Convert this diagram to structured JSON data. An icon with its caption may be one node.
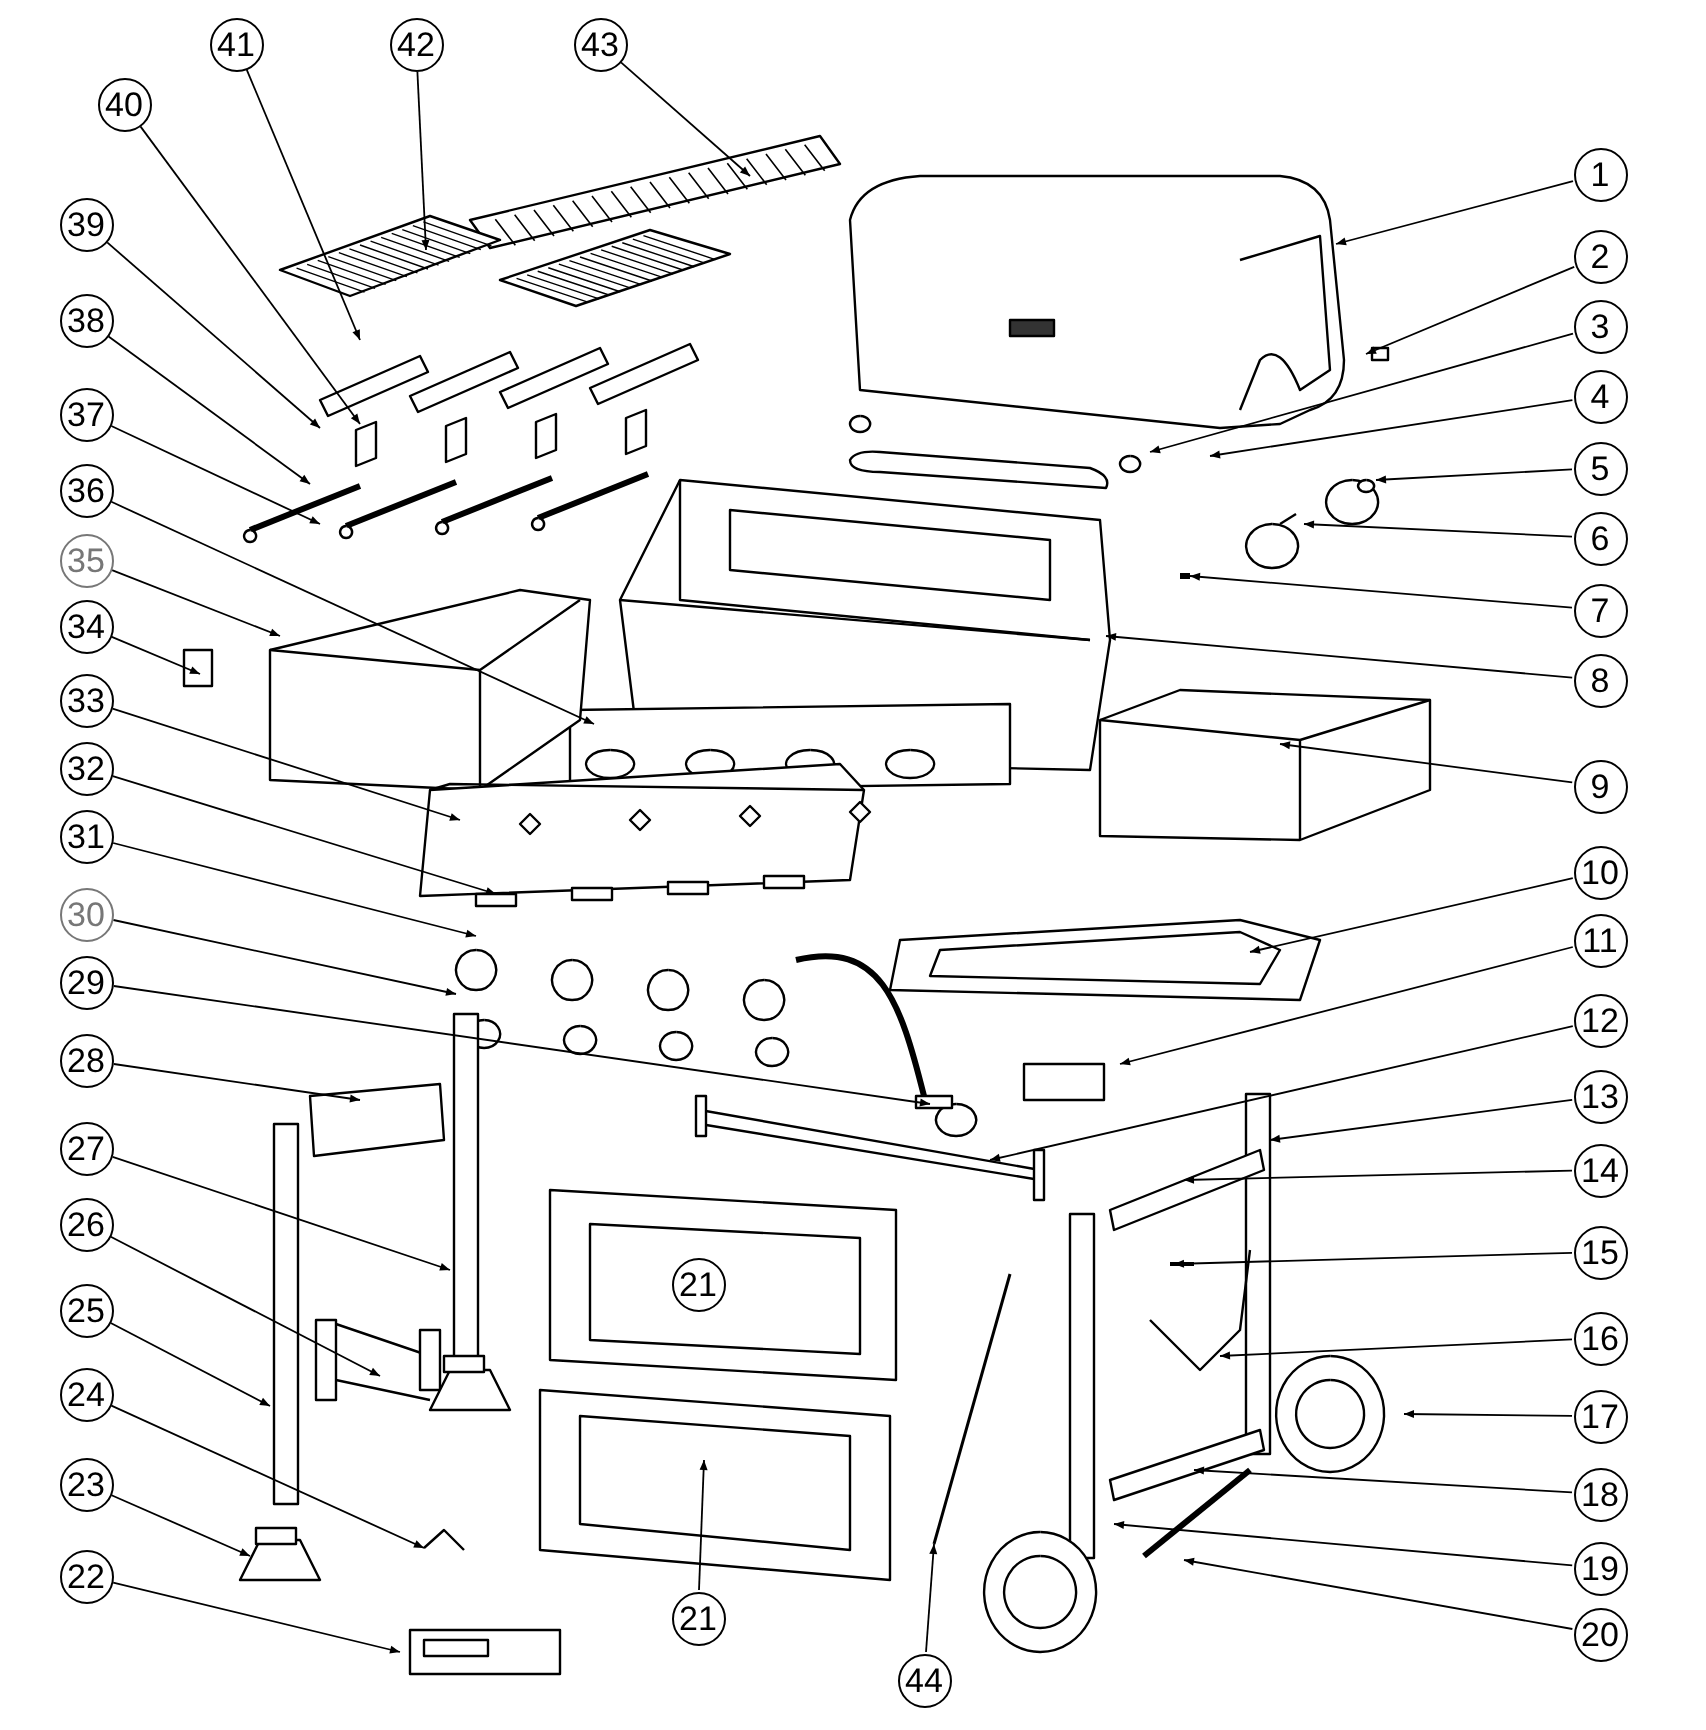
{
  "diagram": {
    "nodes": [
      {
        "text": [
          "1"
        ]
      },
      {
        "text": [
          "2"
        ]
      },
      {
        "text": [
          "3"
        ]
      },
      {
        "text": [
          "4"
        ]
      },
      {
        "text": [
          "5"
        ]
      },
      {
        "text": [
          "6"
        ]
      },
      {
        "text": [
          "7"
        ]
      },
      {
        "text": [
          "8"
        ]
      },
      {
        "text": [
          "9"
        ]
      },
      {
        "text": [
          "10"
        ]
      },
      {
        "text": [
          "11"
        ]
      },
      {
        "text": [
          "12"
        ]
      },
      {
        "text": [
          "13"
        ]
      },
      {
        "text": [
          "14"
        ]
      },
      {
        "text": [
          "15"
        ]
      },
      {
        "text": [
          "16"
        ]
      },
      {
        "text": [
          "17"
        ]
      },
      {
        "text": [
          "18"
        ]
      },
      {
        "text": [
          "19"
        ]
      },
      {
        "text": [
          "20"
        ]
      },
      {
        "text": [
          "21"
        ]
      },
      {
        "text": [
          "21"
        ]
      },
      {
        "text": [
          "22"
        ]
      },
      {
        "text": [
          "23"
        ]
      },
      {
        "text": [
          "24"
        ]
      },
      {
        "text": [
          "25"
        ]
      },
      {
        "text": [
          "26"
        ]
      },
      {
        "text": [
          "27"
        ]
      },
      {
        "text": [
          "28"
        ]
      },
      {
        "text": [
          "29"
        ]
      },
      {
        "text": [
          "30"
        ]
      },
      {
        "text": [
          "31"
        ]
      },
      {
        "text": [
          "32"
        ]
      },
      {
        "text": [
          "33"
        ]
      },
      {
        "text": [
          "34"
        ]
      },
      {
        "text": [
          "35"
        ]
      },
      {
        "text": [
          "36"
        ]
      },
      {
        "text": [
          "37"
        ]
      },
      {
        "text": [
          "38"
        ]
      },
      {
        "text": [
          "39"
        ]
      },
      {
        "text": [
          "40"
        ]
      },
      {
        "text": [
          "41"
        ]
      },
      {
        "text": [
          "42"
        ]
      },
      {
        "text": [
          "43"
        ]
      },
      {
        "text": [
          "44"
        ]
      }
    ],
    "edges": [
      {
        "from": 0,
        "to": null,
        "arrow": "to"
      },
      {
        "from": 1,
        "to": null,
        "arrow": "to"
      },
      {
        "from": 2,
        "to": null,
        "arrow": "to"
      },
      {
        "from": 3,
        "to": null,
        "arrow": "to"
      },
      {
        "from": 4,
        "to": null,
        "arrow": "to"
      },
      {
        "from": 5,
        "to": null,
        "arrow": "to"
      },
      {
        "from": 6,
        "to": null,
        "arrow": "to"
      },
      {
        "from": 7,
        "to": null,
        "arrow": "to"
      },
      {
        "from": 8,
        "to": null,
        "arrow": "to"
      },
      {
        "from": 9,
        "to": null,
        "arrow": "to"
      },
      {
        "from": 10,
        "to": null,
        "arrow": "to"
      },
      {
        "from": 11,
        "to": null,
        "arrow": "to"
      },
      {
        "from": 12,
        "to": null,
        "arrow": "to"
      },
      {
        "from": 13,
        "to": null,
        "arrow": "to"
      },
      {
        "from": 14,
        "to": null,
        "arrow": "to"
      },
      {
        "from": 15,
        "to": null,
        "arrow": "to"
      },
      {
        "from": 16,
        "to": null,
        "arrow": "to"
      },
      {
        "from": 17,
        "to": null,
        "arrow": "to"
      },
      {
        "from": 18,
        "to": null,
        "arrow": "to"
      },
      {
        "from": 19,
        "to": null,
        "arrow": "to"
      },
      {
        "from": 21,
        "to": null,
        "arrow": "to"
      },
      {
        "from": 22,
        "to": null,
        "arrow": "to"
      },
      {
        "from": 23,
        "to": null,
        "arrow": "to"
      },
      {
        "from": 24,
        "to": null,
        "arrow": "to"
      },
      {
        "from": 25,
        "to": null,
        "arrow": "to"
      },
      {
        "from": 26,
        "to": null,
        "arrow": "to"
      },
      {
        "from": 27,
        "to": null,
        "arrow": "to"
      },
      {
        "from": 28,
        "to": null,
        "arrow": "to"
      },
      {
        "from": 29,
        "to": null,
        "arrow": "to"
      },
      {
        "from": 30,
        "to": null,
        "arrow": "to"
      },
      {
        "from": 31,
        "to": null,
        "arrow": "to"
      },
      {
        "from": 32,
        "to": null,
        "arrow": "to"
      },
      {
        "from": 33,
        "to": null,
        "arrow": "to"
      },
      {
        "from": 34,
        "to": null,
        "arrow": "to"
      },
      {
        "from": 35,
        "to": null,
        "arrow": "to"
      },
      {
        "from": 36,
        "to": null,
        "arrow": "to"
      },
      {
        "from": 37,
        "to": null,
        "arrow": "to"
      },
      {
        "from": 38,
        "to": null,
        "arrow": "to"
      },
      {
        "from": 39,
        "to": null,
        "arrow": "to"
      },
      {
        "from": 40,
        "to": null,
        "arrow": "to"
      },
      {
        "from": 41,
        "to": null,
        "arrow": "to"
      },
      {
        "from": 42,
        "to": null,
        "arrow": "to"
      },
      {
        "from": 43,
        "to": null,
        "arrow": "to"
      },
      {
        "from": 44,
        "to": null,
        "arrow": "to"
      }
    ]
  }
}
